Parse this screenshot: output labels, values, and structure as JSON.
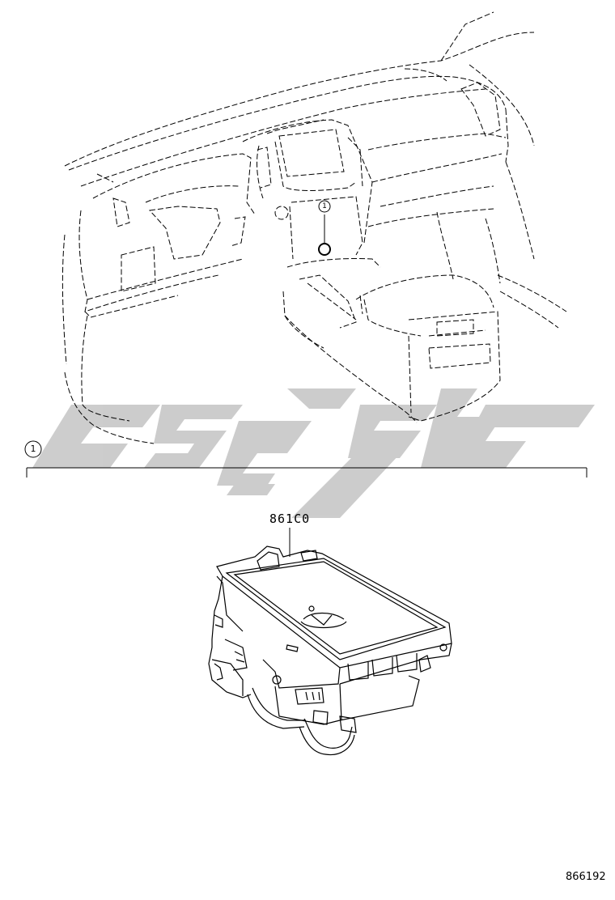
{
  "diagram": {
    "part_number": "861C0",
    "callout": "1",
    "reference_number": "866192",
    "watermark": "logo"
  },
  "colors": {
    "line": "#000000",
    "watermark": "#bfbfbf",
    "background": "#ffffff"
  }
}
